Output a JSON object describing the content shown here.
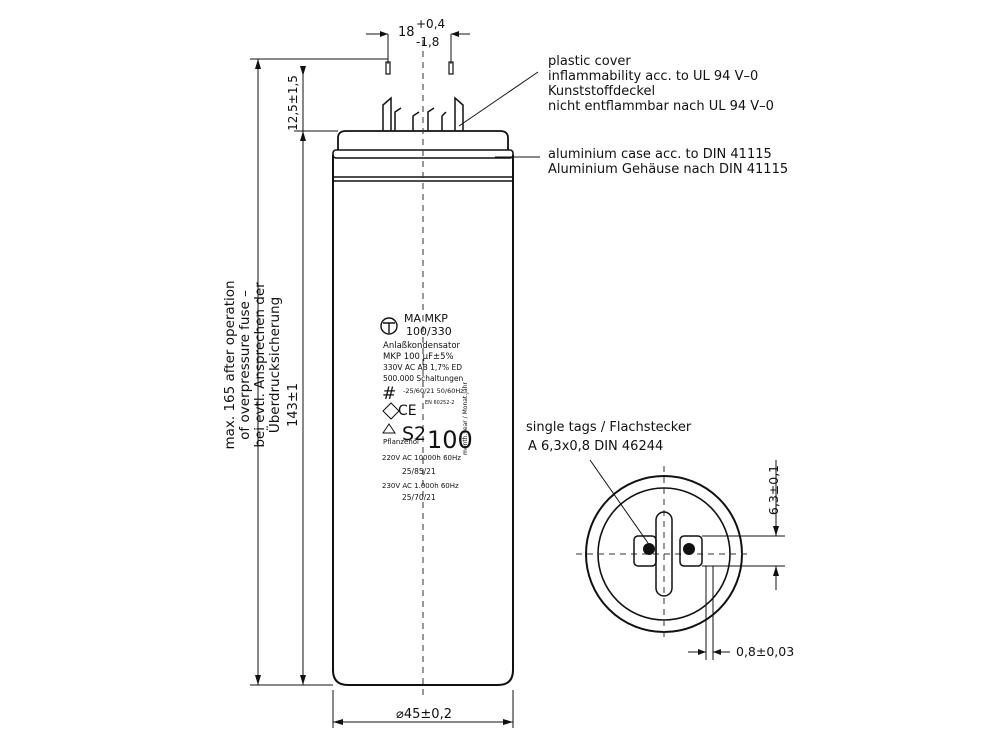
{
  "dimensions": {
    "tag_spacing_main": "18",
    "tag_spacing_plus": "+0,4",
    "tag_spacing_minus": "-1,8",
    "tag_height": "12,5±1,5",
    "case_height": "143±1",
    "diameter": "⌀45±0,2",
    "tag_width": "6,3±0,1",
    "tag_thickness": "0,8±0,03"
  },
  "max_height_note": [
    "max. 165 after operation",
    "of overpressure fuse –",
    "bei evtl. Ansprechen der",
    "Überdrucksicherung"
  ],
  "callouts": {
    "cover": [
      "plastic cover",
      "inflammability acc. to UL 94 V–0",
      "Kunststoffdeckel",
      "nicht entflammbar nach UL 94 V–0"
    ],
    "case": [
      "aluminium case acc. to  DIN 41115",
      "Aluminium Gehäuse nach DIN 41115"
    ],
    "tags": [
      "single tags / Flachstecker",
      "A  6,3x0,8  DIN  46244"
    ]
  },
  "label": {
    "brand": "MA  MKP",
    "type": "100/330",
    "lines1": [
      "Anlaßkondensator",
      "MKP 100  µF±5%",
      "330V AC AB 1,7% ED",
      "500.000 Schaltungen",
      "-25/60/21 50/60Hz"
    ],
    "en_code": "EN 60252-2",
    "ce": "CE",
    "s2": "S2",
    "code": "100",
    "date_note": "month.year / Monat.Jahr",
    "maker": "Pflanzenöl",
    "lines2": [
      "220V AC 10000h 60Hz",
      "25/85/21",
      "230V AC 1.000h 60Hz",
      "25/70/21"
    ]
  }
}
